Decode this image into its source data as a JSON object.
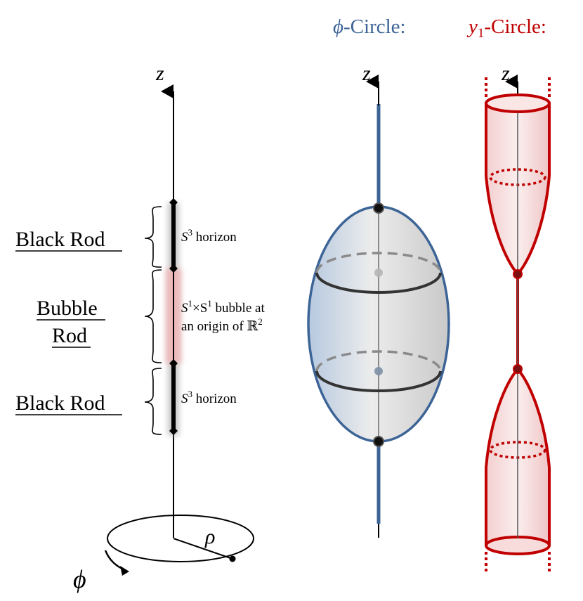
{
  "axes": {
    "z_label": "z",
    "rho_label": "ρ",
    "phi_label": "ϕ"
  },
  "rods": [
    {
      "line1": "Black Rod",
      "line2": "",
      "desc1": "S",
      "desc1_sup": "3",
      "desc1_rest": " horizon",
      "desc2": ""
    },
    {
      "line1": "Bubble",
      "line2": "Rod",
      "desc1": "S",
      "desc1_sup": "1",
      "desc1_rest": "×S",
      "desc1_sup2": "1",
      "desc1_rest2": " bubble at",
      "desc2": "an origin of ℝ",
      "desc2_sup": "2"
    },
    {
      "line1": "Black Rod",
      "line2": "",
      "desc1": "S",
      "desc1_sup": "3",
      "desc1_rest": " horizon",
      "desc2": ""
    }
  ],
  "circles": {
    "phi": {
      "symbol": "ϕ",
      "suffix": "-Circle:",
      "color": "#3c6496"
    },
    "y1": {
      "symbol": "y",
      "sub": "1",
      "suffix": "-Circle:",
      "color": "#c00000"
    }
  },
  "colors": {
    "rod_glow": "#e8b4b4",
    "ellipsoid_fill": "#dfe9f5",
    "cone_fill": "#f7dede"
  }
}
